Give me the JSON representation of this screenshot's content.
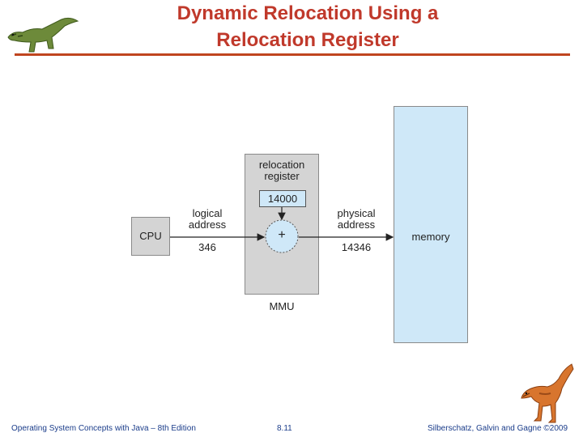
{
  "slide": {
    "title_line1": "Dynamic Relocation Using a",
    "title_line2": "Relocation Register"
  },
  "diagram": {
    "cpu_label": "CPU",
    "logical_address_line1": "logical",
    "logical_address_line2": "address",
    "logical_value": "346",
    "relocation_register_line1": "relocation",
    "relocation_register_line2": "register",
    "register_value": "14000",
    "adder_symbol": "+",
    "physical_address_line1": "physical",
    "physical_address_line2": "address",
    "physical_value": "14346",
    "memory_label": "memory",
    "mmu_label": "MMU"
  },
  "footer": {
    "left": "Operating System Concepts with Java – 8th Edition",
    "center": "8.11",
    "right": "Silberschatz, Galvin and Gagne ©2009"
  },
  "colors": {
    "title": "#c0392b",
    "rule": "#c0451f",
    "box_gray": "#d4d4d4",
    "memory_blue": "#cfe8f8",
    "footer_text": "#1a3c8a"
  },
  "icons": [
    "dinosaur-logo-icon",
    "dinosaur-mascot-icon"
  ]
}
